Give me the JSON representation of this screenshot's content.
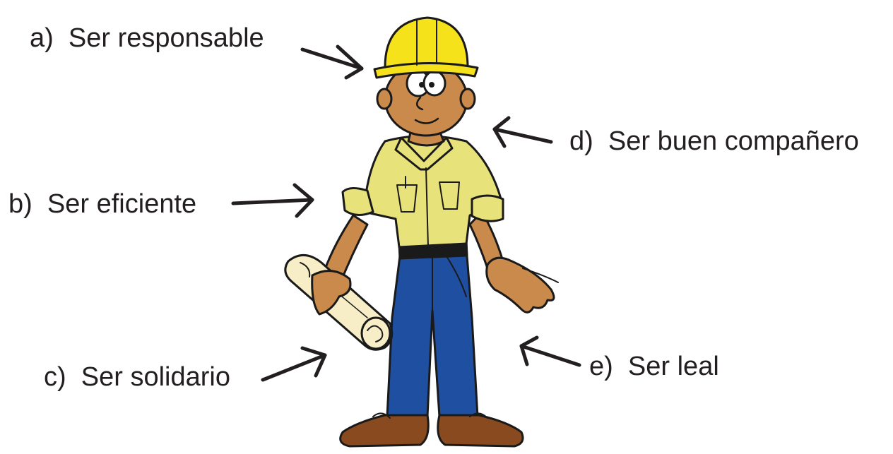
{
  "labels": {
    "a": {
      "letter": "a)",
      "text": "Ser responsable"
    },
    "b": {
      "letter": "b)",
      "text": "Ser eficiente"
    },
    "c": {
      "letter": "c)",
      "text": "Ser solidario"
    },
    "d": {
      "letter": "d)",
      "text": "Ser buen compañero"
    },
    "e": {
      "letter": "e)",
      "text": "Ser leal"
    }
  },
  "colors": {
    "text": "#231f20",
    "arrow": "#231f20",
    "helmet": "#f5e21b",
    "shirt": "#e8e27a",
    "skin": "#c98a4b",
    "pants": "#1f4fa0",
    "belt": "#1a1a1a",
    "shoes": "#8a4a1f",
    "blueprint": "#f7edc6"
  }
}
